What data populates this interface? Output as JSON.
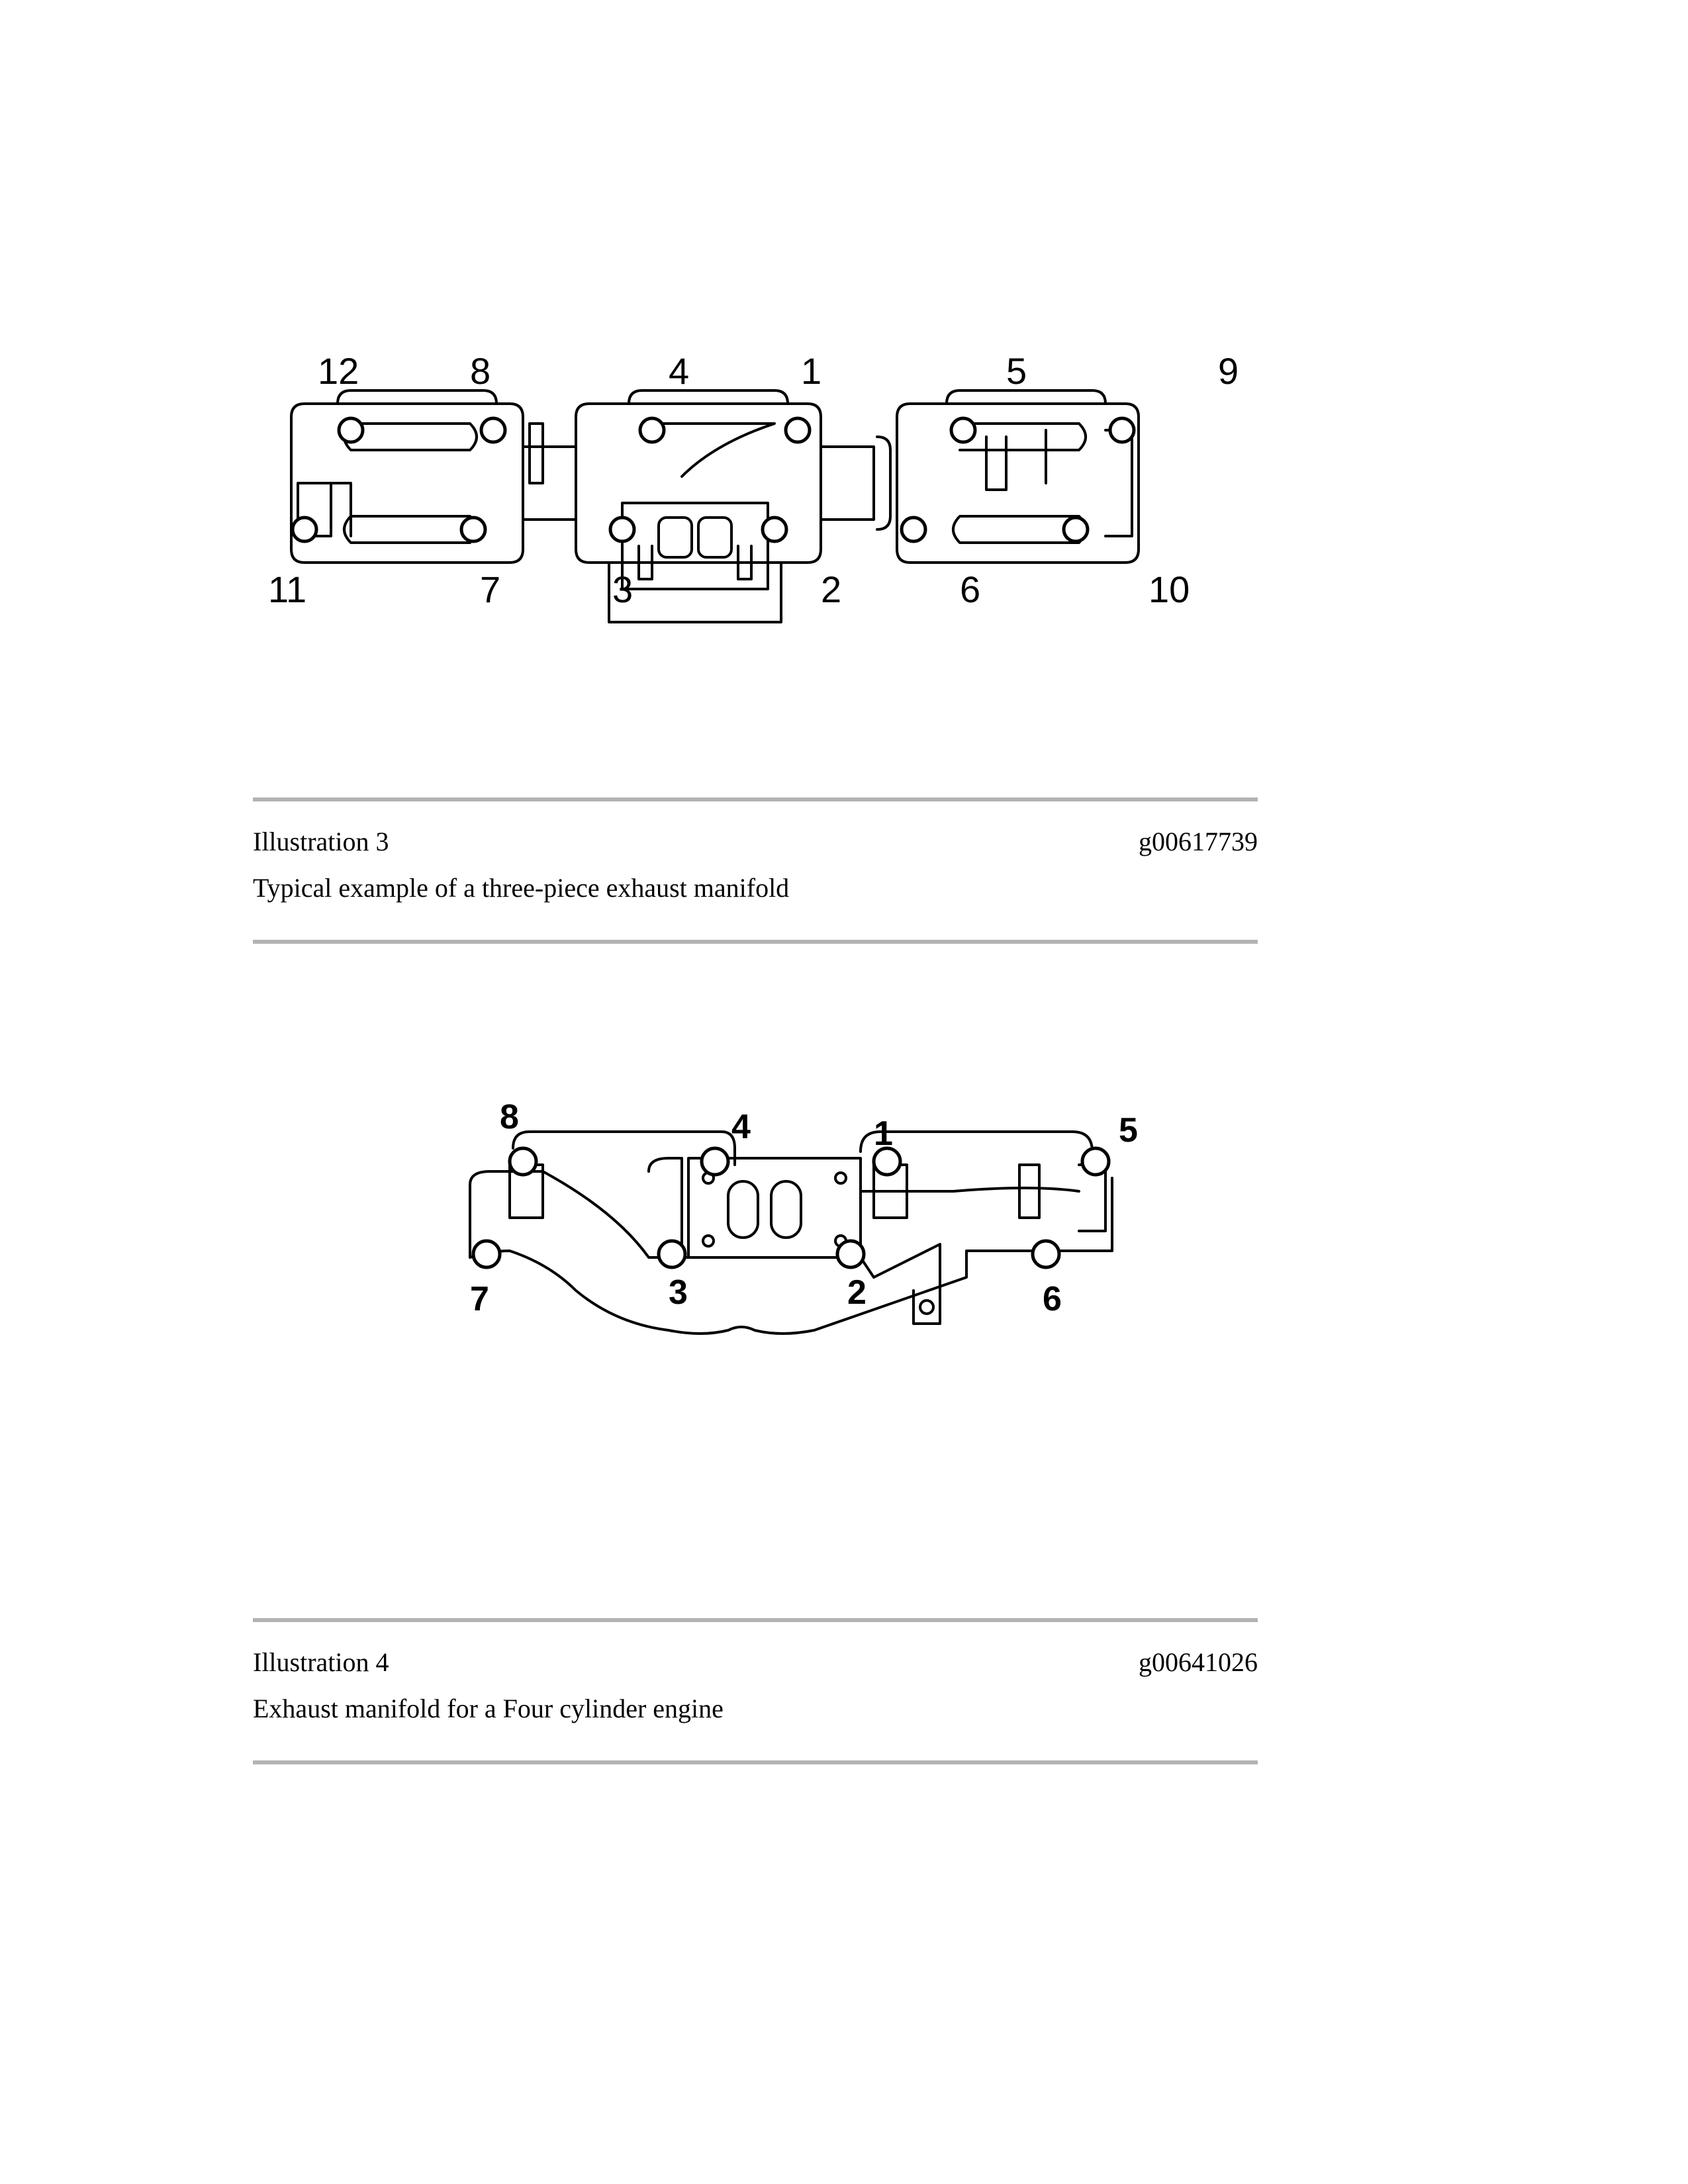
{
  "figures": [
    {
      "title": "Illustration 3",
      "id": "g00617739",
      "caption": "Typical example of a three-piece exhaust manifold",
      "labels": [
        "12",
        "8",
        "4",
        "1",
        "5",
        "9",
        "11",
        "7",
        "3",
        "2",
        "6",
        "10"
      ]
    },
    {
      "title": "Illustration 4",
      "id": "g00641026",
      "caption": "Exhaust manifold for a Four cylinder engine",
      "labels": [
        "8",
        "4",
        "1",
        "5",
        "7",
        "3",
        "2",
        "6"
      ]
    }
  ]
}
